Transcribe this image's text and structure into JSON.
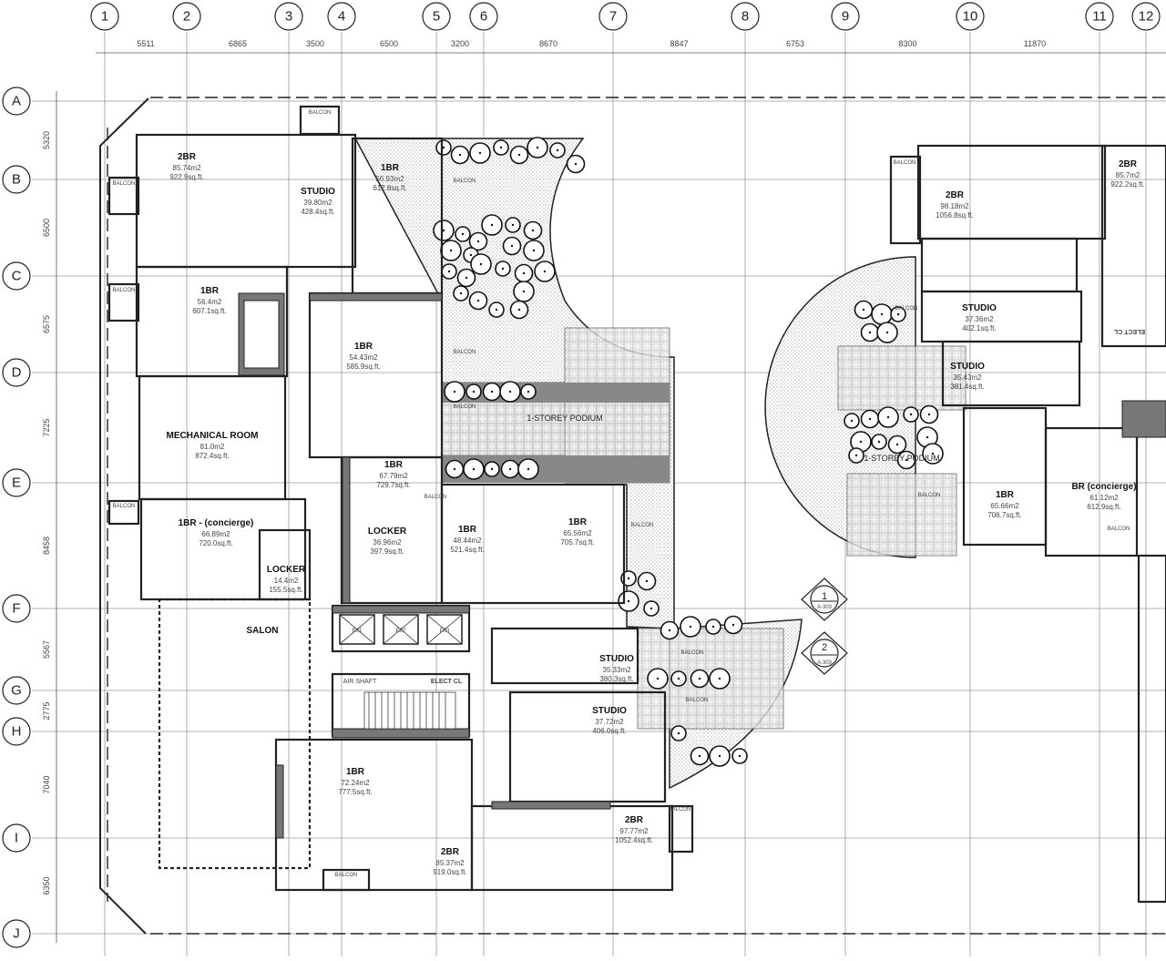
{
  "grid": {
    "columns": [
      "1",
      "2",
      "3",
      "4",
      "5",
      "6",
      "7",
      "8",
      "9",
      "10",
      "11",
      "12"
    ],
    "rows": [
      "A",
      "B",
      "C",
      "D",
      "E",
      "F",
      "G",
      "H",
      "I",
      "J"
    ],
    "column_dimensions": [
      "5511",
      "6865",
      "3500",
      "6500",
      "3200",
      "8670",
      "8847",
      "6753",
      "8300",
      "11870"
    ],
    "row_dimensions": [
      "5320",
      "6500",
      "6575",
      "7225",
      "8458",
      "5567",
      "2775",
      "7040",
      "6350"
    ]
  },
  "rooms": [
    {
      "name": "2BR",
      "area": "85.74m2",
      "sqft": "922.9sq.ft."
    },
    {
      "name": "STUDIO",
      "area": "39.80m2",
      "sqft": "428.4sq.ft."
    },
    {
      "name": "1BR",
      "area": "56.93m2",
      "sqft": "612.8sq.ft."
    },
    {
      "name": "1BR",
      "area": "56.4m2",
      "sqft": "607.1sq.ft."
    },
    {
      "name": "1BR",
      "area": "54.43m2",
      "sqft": "585.9sq.ft."
    },
    {
      "name": "MECHANICAL ROOM",
      "area": "81.0m2",
      "sqft": "872.4sq.ft."
    },
    {
      "name": "1BR",
      "area": "67.79m2",
      "sqft": "729.7sq.ft."
    },
    {
      "name": "1BR - (concierge)",
      "area": "66.89m2",
      "sqft": "720.0sq.ft."
    },
    {
      "name": "LOCKER",
      "area": "36.96m2",
      "sqft": "397.9sq.ft."
    },
    {
      "name": "1BR",
      "area": "48.44m2",
      "sqft": "521.4sq.ft."
    },
    {
      "name": "1BR",
      "area": "65.56m2",
      "sqft": "705.7sq.ft."
    },
    {
      "name": "LOCKER",
      "area": "14.4m2",
      "sqft": "155.5sq.ft."
    },
    {
      "name": "SALON",
      "area": "",
      "sqft": ""
    },
    {
      "name": "STUDIO",
      "area": "35.33m2",
      "sqft": "380.3sq.ft."
    },
    {
      "name": "STUDIO",
      "area": "37.72m2",
      "sqft": "406.0sq.ft."
    },
    {
      "name": "1BR",
      "area": "72.24m2",
      "sqft": "777.5sq.ft."
    },
    {
      "name": "2BR",
      "area": "97.77m2",
      "sqft": "1052.4sq.ft."
    },
    {
      "name": "2BR",
      "area": "85.37m2",
      "sqft": "919.0sq.ft."
    },
    {
      "name": "2BR",
      "area": "98.18m2",
      "sqft": "1056.8sq.ft."
    },
    {
      "name": "2BR",
      "area": "85.7m2",
      "sqft": "922.2sq.ft."
    },
    {
      "name": "STUDIO",
      "area": "37.36m2",
      "sqft": "402.1sq.ft."
    },
    {
      "name": "STUDIO",
      "area": "35.43m2",
      "sqft": "381.4sq.ft."
    },
    {
      "name": "1BR",
      "area": "65.66m2",
      "sqft": "706.7sq.ft."
    },
    {
      "name": "BR (concierge)",
      "area": "61.12m2",
      "sqft": "612.9sq.ft."
    }
  ],
  "labels": {
    "podium_main": "1-STOREY PODIUM",
    "podium_right": "1-STOREY PODIUM",
    "elect_cl": "ELECT CL",
    "elect_cl_right": "ELECT CL",
    "air_shaft": "AIR SHAFT",
    "elevators": [
      "E01",
      "E02",
      "E03"
    ],
    "balcony": "BALCON"
  },
  "section_markers": [
    {
      "number": "1",
      "sheet": "A-303"
    },
    {
      "number": "2",
      "sheet": "A-303"
    }
  ],
  "colors": {
    "line": "#222222",
    "wall_fill": "#777777",
    "grid": "#9a9a9a",
    "hatch": "#bbbbbb"
  }
}
